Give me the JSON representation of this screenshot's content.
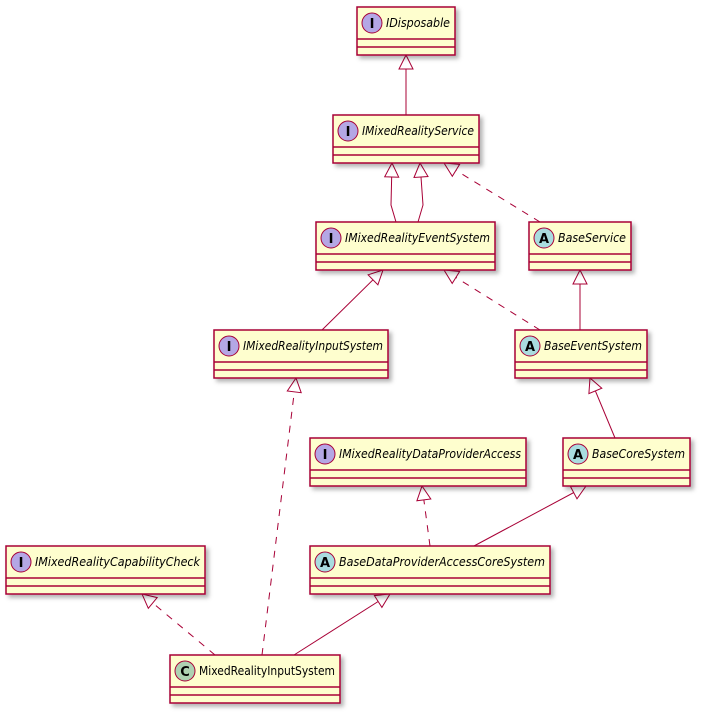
{
  "diagram": {
    "type": "uml-class-diagram",
    "colors": {
      "box_fill": "#FEFECE",
      "border": "#A80036",
      "interface_badge": "#B4A7E5",
      "abstract_badge": "#A9DCDF",
      "class_badge": "#ADD1B2"
    },
    "nodes": [
      {
        "id": "IDisposable",
        "name": "IDisposable",
        "kind": "interface",
        "stereo": "I"
      },
      {
        "id": "IMixedRealityService",
        "name": "IMixedRealityService",
        "kind": "interface",
        "stereo": "I"
      },
      {
        "id": "IMixedRealityEventSystem",
        "name": "IMixedRealityEventSystem",
        "kind": "interface",
        "stereo": "I"
      },
      {
        "id": "BaseService",
        "name": "BaseService",
        "kind": "abstract",
        "stereo": "A"
      },
      {
        "id": "IMixedRealityInputSystem",
        "name": "IMixedRealityInputSystem",
        "kind": "interface",
        "stereo": "I"
      },
      {
        "id": "BaseEventSystem",
        "name": "BaseEventSystem",
        "kind": "abstract",
        "stereo": "A"
      },
      {
        "id": "IMixedRealityDataProviderAccess",
        "name": "IMixedRealityDataProviderAccess",
        "kind": "interface",
        "stereo": "I"
      },
      {
        "id": "BaseCoreSystem",
        "name": "BaseCoreSystem",
        "kind": "abstract",
        "stereo": "A"
      },
      {
        "id": "IMixedRealityCapabilityCheck",
        "name": "IMixedRealityCapabilityCheck",
        "kind": "interface",
        "stereo": "I"
      },
      {
        "id": "BaseDataProviderAccessCoreSystem",
        "name": "BaseDataProviderAccessCoreSystem",
        "kind": "abstract",
        "stereo": "A"
      },
      {
        "id": "MixedRealityInputSystem",
        "name": "MixedRealityInputSystem",
        "kind": "class",
        "stereo": "C"
      }
    ],
    "edges": [
      {
        "from": "IMixedRealityService",
        "to": "IDisposable",
        "style": "solid"
      },
      {
        "from": "IMixedRealityEventSystem",
        "to": "IMixedRealityService",
        "style": "solid"
      },
      {
        "from": "IMixedRealityEventSystem",
        "to": "IMixedRealityService",
        "style": "solid"
      },
      {
        "from": "BaseService",
        "to": "IMixedRealityService",
        "style": "dashed"
      },
      {
        "from": "IMixedRealityInputSystem",
        "to": "IMixedRealityEventSystem",
        "style": "solid"
      },
      {
        "from": "BaseEventSystem",
        "to": "IMixedRealityEventSystem",
        "style": "dashed"
      },
      {
        "from": "BaseEventSystem",
        "to": "BaseService",
        "style": "solid"
      },
      {
        "from": "BaseCoreSystem",
        "to": "BaseEventSystem",
        "style": "solid"
      },
      {
        "from": "BaseDataProviderAccessCoreSystem",
        "to": "IMixedRealityDataProviderAccess",
        "style": "dashed"
      },
      {
        "from": "BaseDataProviderAccessCoreSystem",
        "to": "BaseCoreSystem",
        "style": "solid"
      },
      {
        "from": "MixedRealityInputSystem",
        "to": "IMixedRealityCapabilityCheck",
        "style": "dashed"
      },
      {
        "from": "MixedRealityInputSystem",
        "to": "IMixedRealityInputSystem",
        "style": "dashed"
      },
      {
        "from": "MixedRealityInputSystem",
        "to": "BaseDataProviderAccessCoreSystem",
        "style": "solid"
      }
    ]
  }
}
